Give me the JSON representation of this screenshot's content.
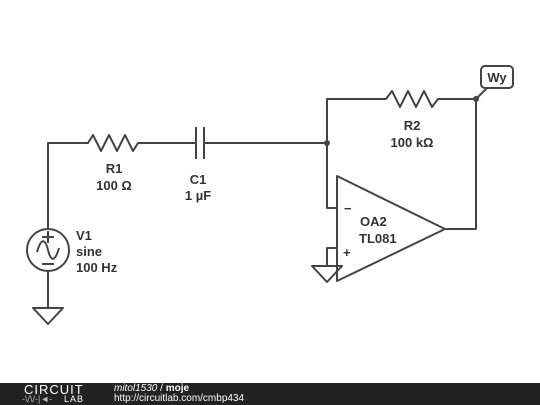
{
  "components": {
    "r1": {
      "name": "R1",
      "value": "100 Ω"
    },
    "c1": {
      "name": "C1",
      "value": "1 µF"
    },
    "r2": {
      "name": "R2",
      "value": "100 kΩ"
    },
    "v1": {
      "name": "V1",
      "type": "sine",
      "freq": "100 Hz"
    },
    "oa2": {
      "name": "OA2",
      "model": "TL081",
      "minus": "−",
      "plus": "+"
    },
    "probe": {
      "label": "Wy"
    }
  },
  "footer": {
    "logo_top": "CIRCUIT",
    "logo_bottom": "LAB",
    "logo_glyph": "-\\/\\/-|◄-",
    "user": "mitol1530",
    "separator": " / ",
    "title": "moje",
    "url": "http://circuitlab.com/cmbp434"
  },
  "colors": {
    "wire": "#444444",
    "footer_bg": "#222222"
  }
}
